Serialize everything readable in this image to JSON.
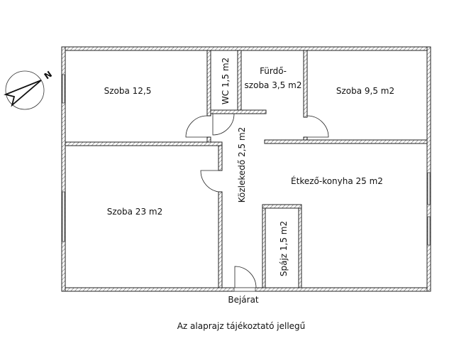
{
  "rooms": {
    "room_1": "Szoba 12,5",
    "wc": "WC 1,5 m2",
    "bath_line1": "Fürdő-",
    "bath_line2": "szoba 3,5 m2",
    "room_2": "Szoba 9,5 m2",
    "corridor": "Közlekedő 2,5 m2",
    "kitchen": "Étkező-konyha 25 m2",
    "room_3": "Szoba 23 m2",
    "pantry": "Spájz 1,5 m2"
  },
  "entrance_label": "Bejárat",
  "note": "Az alaprajz tájékoztató jellegű",
  "compass": {
    "label": "N",
    "icon": "north-arrow-icon"
  }
}
